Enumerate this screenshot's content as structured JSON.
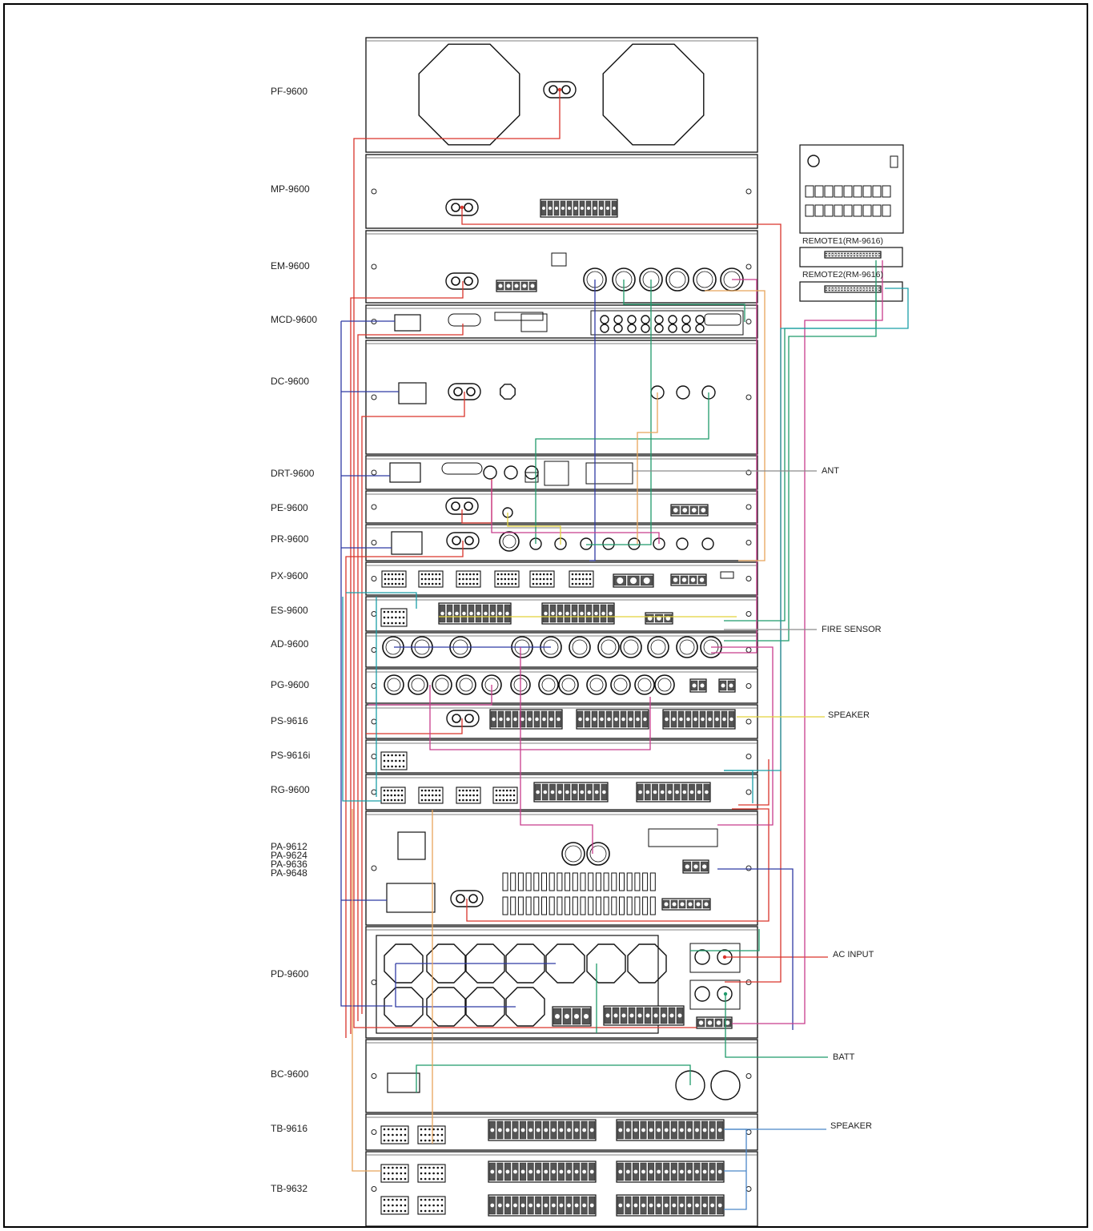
{
  "units": [
    {
      "id": "pf",
      "label": "PF-9600"
    },
    {
      "id": "mp",
      "label": "MP-9600"
    },
    {
      "id": "em",
      "label": "EM-9600"
    },
    {
      "id": "mcd",
      "label": "MCD-9600"
    },
    {
      "id": "dc",
      "label": "DC-9600"
    },
    {
      "id": "drt",
      "label": "DRT-9600"
    },
    {
      "id": "pe",
      "label": "PE-9600"
    },
    {
      "id": "pr",
      "label": "PR-9600"
    },
    {
      "id": "px",
      "label": "PX-9600"
    },
    {
      "id": "es",
      "label": "ES-9600"
    },
    {
      "id": "ad",
      "label": "AD-9600"
    },
    {
      "id": "pg",
      "label": "PG-9600"
    },
    {
      "id": "ps",
      "label": "PS-9616"
    },
    {
      "id": "psi",
      "label": "PS-9616i"
    },
    {
      "id": "rg",
      "label": "RG-9600"
    },
    {
      "id": "pa",
      "label": "PA-9612\nPA-9624\nPA-9636\nPA-9648"
    },
    {
      "id": "pd",
      "label": "PD-9600"
    },
    {
      "id": "bc",
      "label": "BC-9600"
    },
    {
      "id": "tb16",
      "label": "TB-9616"
    },
    {
      "id": "tb32",
      "label": "TB-9632"
    }
  ],
  "remotes": {
    "remote1": "REMOTE1(RM-9616)",
    "remote2": "REMOTE2(RM-9616)"
  },
  "external": {
    "ant": "ANT",
    "fire": "FIRE SENSOR",
    "speaker1": "SPEAKER",
    "ac_input": "AC INPUT",
    "batt": "BATT",
    "speaker2": "SPEAKER"
  },
  "wire_colors": {
    "red": "#d9342b",
    "blue": "#2f3aa3",
    "green": "#1f9a6a",
    "magenta": "#c83c8c",
    "teal": "#1a9fa8",
    "orange": "#e7a55a",
    "yellow": "#e2d23a",
    "lightblue": "#4a86c8"
  }
}
